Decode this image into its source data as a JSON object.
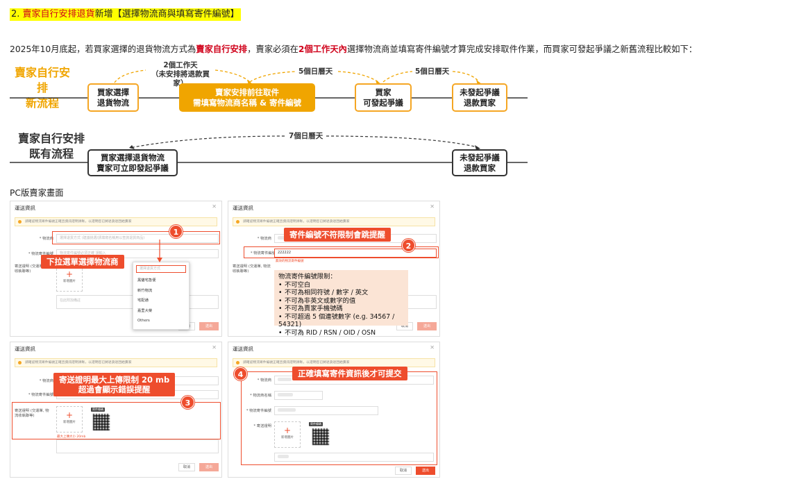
{
  "heading": {
    "number": "2. ",
    "red": "賣家自行安排退貨",
    "rest": "新增【選擇物流商與填寫寄件編號】"
  },
  "intro": {
    "part1": "2025年10月底起，若買家選擇的退貨物流方式為",
    "red1": "賣家自行安排",
    "part2": "，賣家必須在",
    "red2": "2個工作天內",
    "part3": "選擇物流商並填寫寄件編號才算完成安排取件作業，而買家可發起爭議之新舊流程比較如下："
  },
  "new_flow": {
    "title_line1": "賣家自行安排",
    "title_line2": "新流程",
    "timer1_line1": "2個工作天",
    "timer1_line2": "（未安排將退款買家）",
    "timer2": "5個日曆天",
    "timer3": "5個日曆天",
    "node1_line1": "買家選擇",
    "node1_line2": "退貨物流",
    "node2_line1": "賣家安排前往取件",
    "node2_line2": "需填寫物流商名稱 & 寄件編號",
    "node3_line1": "買家",
    "node3_line2": "可發起爭議",
    "node4_line1": "未發起爭議",
    "node4_line2": "退款買家"
  },
  "old_flow": {
    "title_line1": "賣家自行安排",
    "title_line2": "既有流程",
    "timer": "7個日曆天",
    "node1_line1": "買家選擇退貨物流",
    "node1_line2": "賣家可立即發起爭議",
    "node2_line1": "未發起爭議",
    "node2_line2": "退款買家"
  },
  "pc_label": "PC版賣家畫面",
  "panel_common": {
    "title": "運送資訊",
    "notice": "請確認物流寄件編號正確且資訊證明清晰，以證明您已將退貨退回給賣家",
    "label_carrier": "* 物流商",
    "label_tracking": "* 物流寄件編號",
    "label_proof": "寄送證明 (交運單, 物流收執聯等)",
    "upload_label": "新增圖片",
    "remark_placeholder": "在此附加備註",
    "cancel": "取消",
    "submit": "送出",
    "qr_tag": "寄件條碼"
  },
  "panel1": {
    "carrier_placeholder": "選擇退貨方式 (建議挑選/請填寫名稱用以查詢退貨商品)",
    "tracking_placeholder": "物流寄件編號必須正確 請輸入",
    "dropdown_head": "選擇退貨方式",
    "dropdown_options": [
      "黑貓宅急便",
      "新竹物流",
      "宅配通",
      "嘉里大榮",
      "Others"
    ],
    "callout": "下拉選單選擇物流商"
  },
  "panel2": {
    "tracking_value": "222222",
    "error_text": "無效的物流寄件編號",
    "callout": "寄件編號不符限制會跳提醒",
    "rules_title": "物流寄件編號限制：",
    "rules": [
      "不可空白",
      "不可為相同符號 / 數字 / 英文",
      "不可為非英文或數字的值",
      "不可為賣家手機號碼",
      "不可超過 5 個連號數字 (e.g. 34567 / 54321)",
      "不可為 RID / RSN / OID / OSN"
    ]
  },
  "panel3": {
    "callout_line1": "寄送證明最大上傳限制 20 mb",
    "callout_line2": "超過會顯示錯誤提醒",
    "error_text": "最大上傳大小 20mb"
  },
  "panel4": {
    "label_carrier_name": "* 物流商名稱",
    "label_proof": "* 寄送證明",
    "callout": "正確填寫寄件資訊後才可提交"
  },
  "markers": [
    "1",
    "2",
    "3",
    "4"
  ],
  "colors": {
    "accent": "#ee4d2d",
    "timeline_orange": "#f0a500",
    "highlight": "#ffff00",
    "red_text": "#d0021b"
  }
}
